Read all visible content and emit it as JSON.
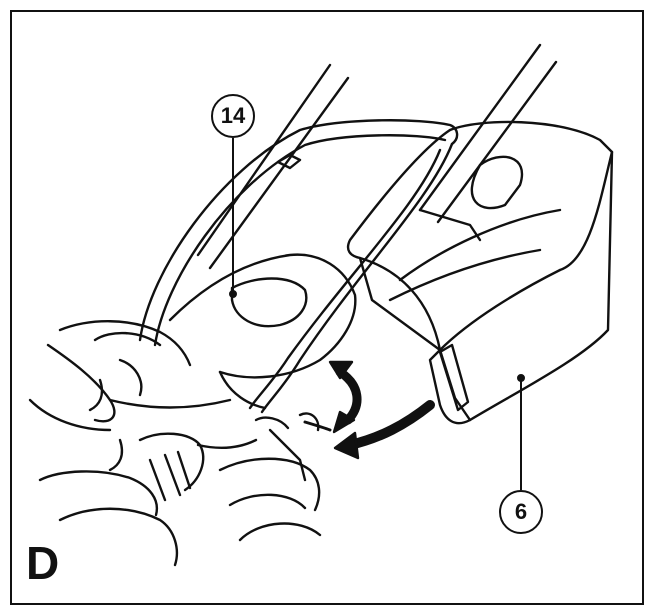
{
  "figure": {
    "letter": "D",
    "callouts": [
      {
        "label": "14"
      },
      {
        "label": "6"
      }
    ]
  },
  "colors": {
    "ink": "#111111",
    "paper": "#ffffff"
  }
}
